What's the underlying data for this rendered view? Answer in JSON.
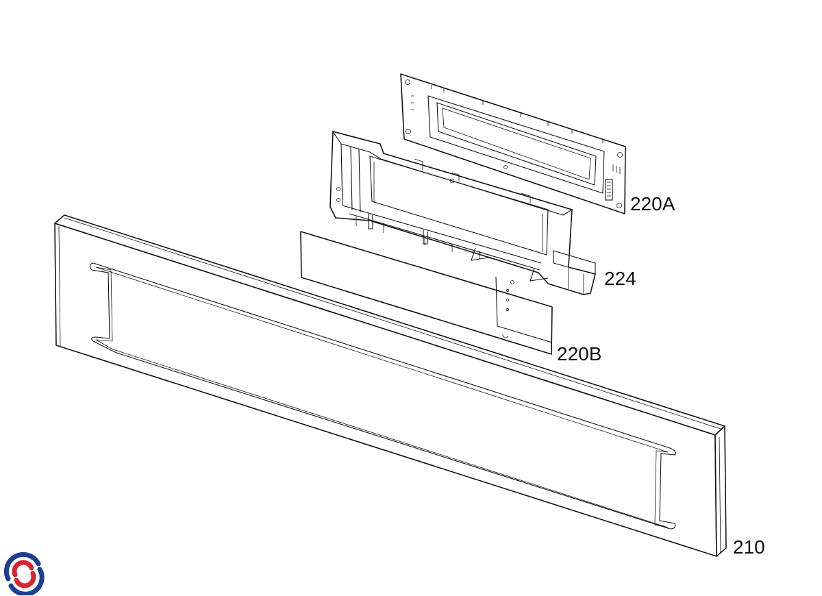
{
  "labels": {
    "control_board_upper": "220A",
    "housing": "224",
    "control_board_lower": "220B",
    "control_panel": "210"
  },
  "colors": {
    "line": "#111111",
    "background": "#ffffff",
    "logo_red": "#d7262d",
    "logo_blue": "#1c3f94"
  }
}
